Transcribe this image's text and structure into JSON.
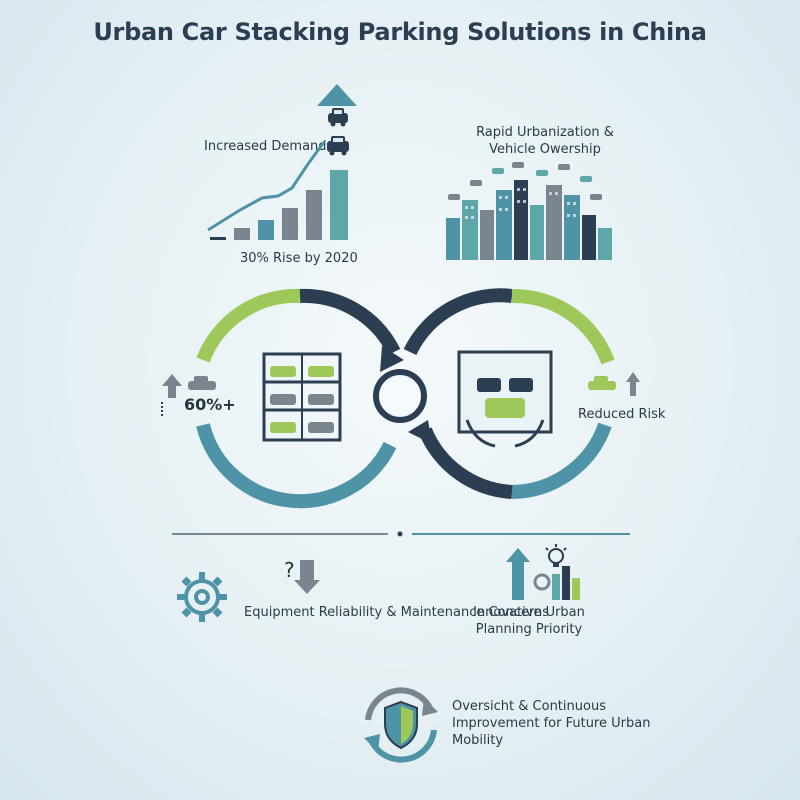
{
  "title": "Urban Car Stacking Parking Solutions in China",
  "demand": {
    "label": "Increased Demand",
    "caption": "30% Rise by 2020"
  },
  "urbanization": {
    "label": "Rapid Urbanization & Vehicle Owership"
  },
  "loop": {
    "left_stat": "60%+",
    "right_label": "Reduced Risk"
  },
  "concerns": {
    "label": "Equipment Reliability & Maintenance Concerns",
    "question_mark": "?"
  },
  "planning": {
    "label": "Innovative Urban Planning Priority"
  },
  "oversight": {
    "label": "Oversicht & Continuous Improvement for Future Urban Mobility"
  },
  "colors": {
    "navy": "#2b3e52",
    "teal": "#4e93a6",
    "green": "#9ec95a",
    "gray": "#7a8590"
  },
  "icons": [
    "arrow-up-icon",
    "car-icon",
    "bar-chart-icon",
    "city-skyline-icon",
    "stacked-parking-icon",
    "cycle-icon",
    "hands-car-icon",
    "gear-icon",
    "question-icon",
    "lightbulb-icon",
    "shield-icon"
  ]
}
